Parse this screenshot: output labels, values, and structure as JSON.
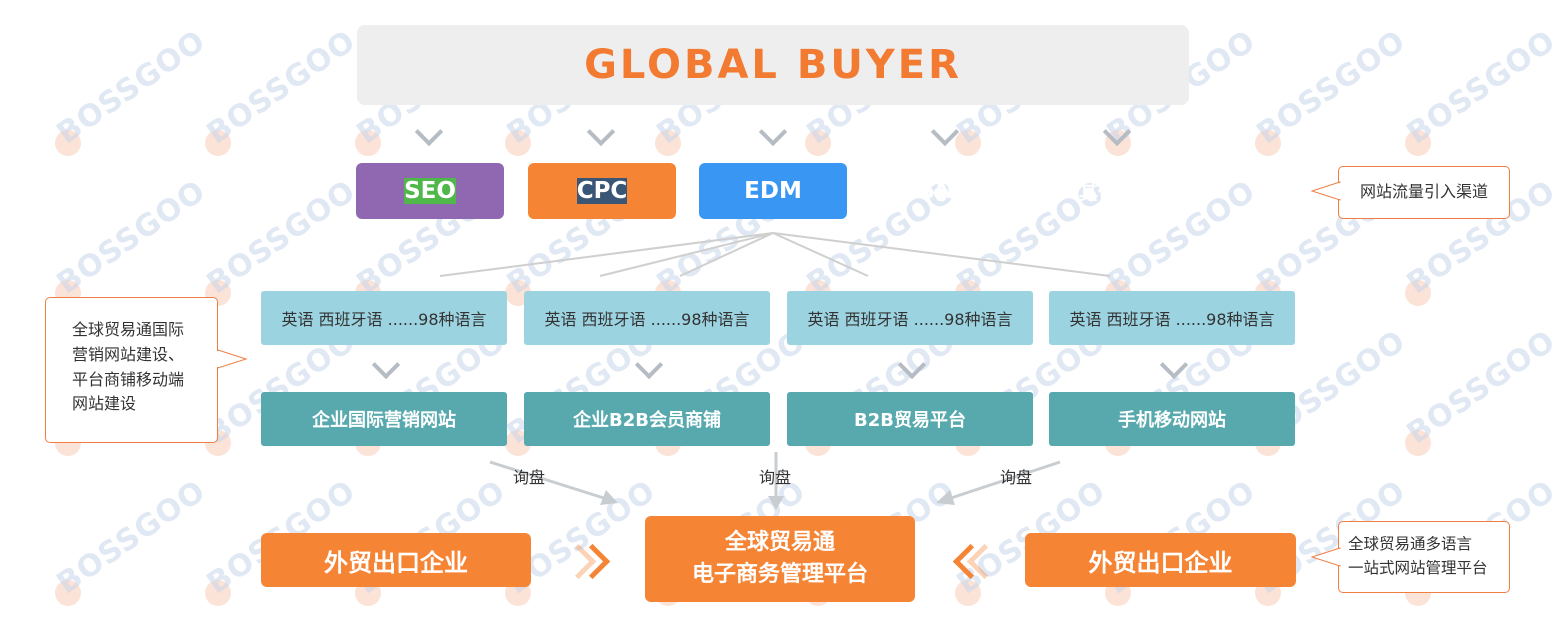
{
  "title": "GLOBAL BUYER",
  "watermark": "BOSSGOO",
  "channels": [
    {
      "label": "SEO",
      "color": "#8f68b1"
    },
    {
      "label": "CPC",
      "color": "#50b84a"
    },
    {
      "label": "EDM",
      "color": "#f58535"
    },
    {
      "label": "SNS",
      "color": "#3a5677"
    },
    {
      "label": "其他渠道",
      "color": "#3997f3"
    }
  ],
  "languages": [
    "英语 西班牙语 ......98种语言",
    "英语 西班牙语 ......98种语言",
    "英语 西班牙语 ......98种语言",
    "英语 西班牙语 ......98种语言"
  ],
  "sites": [
    "企业国际营销网站",
    "企业B2B会员商铺",
    "B2B贸易平台",
    "手机移动网站"
  ],
  "inquiry_label": "询盘",
  "left_enterprise": "外贸出口企业",
  "right_enterprise": "外贸出口企业",
  "platform": {
    "line1": "全球贸易通",
    "line2": "电子商务管理平台"
  },
  "callouts": {
    "traffic": "网站流量引入渠道",
    "website": [
      "全球贸易通国际",
      "营销网站建设、",
      "平台商铺移动端",
      "网站建设"
    ],
    "manage": [
      "全球贸易通多语言",
      "一站式网站管理平台"
    ]
  }
}
